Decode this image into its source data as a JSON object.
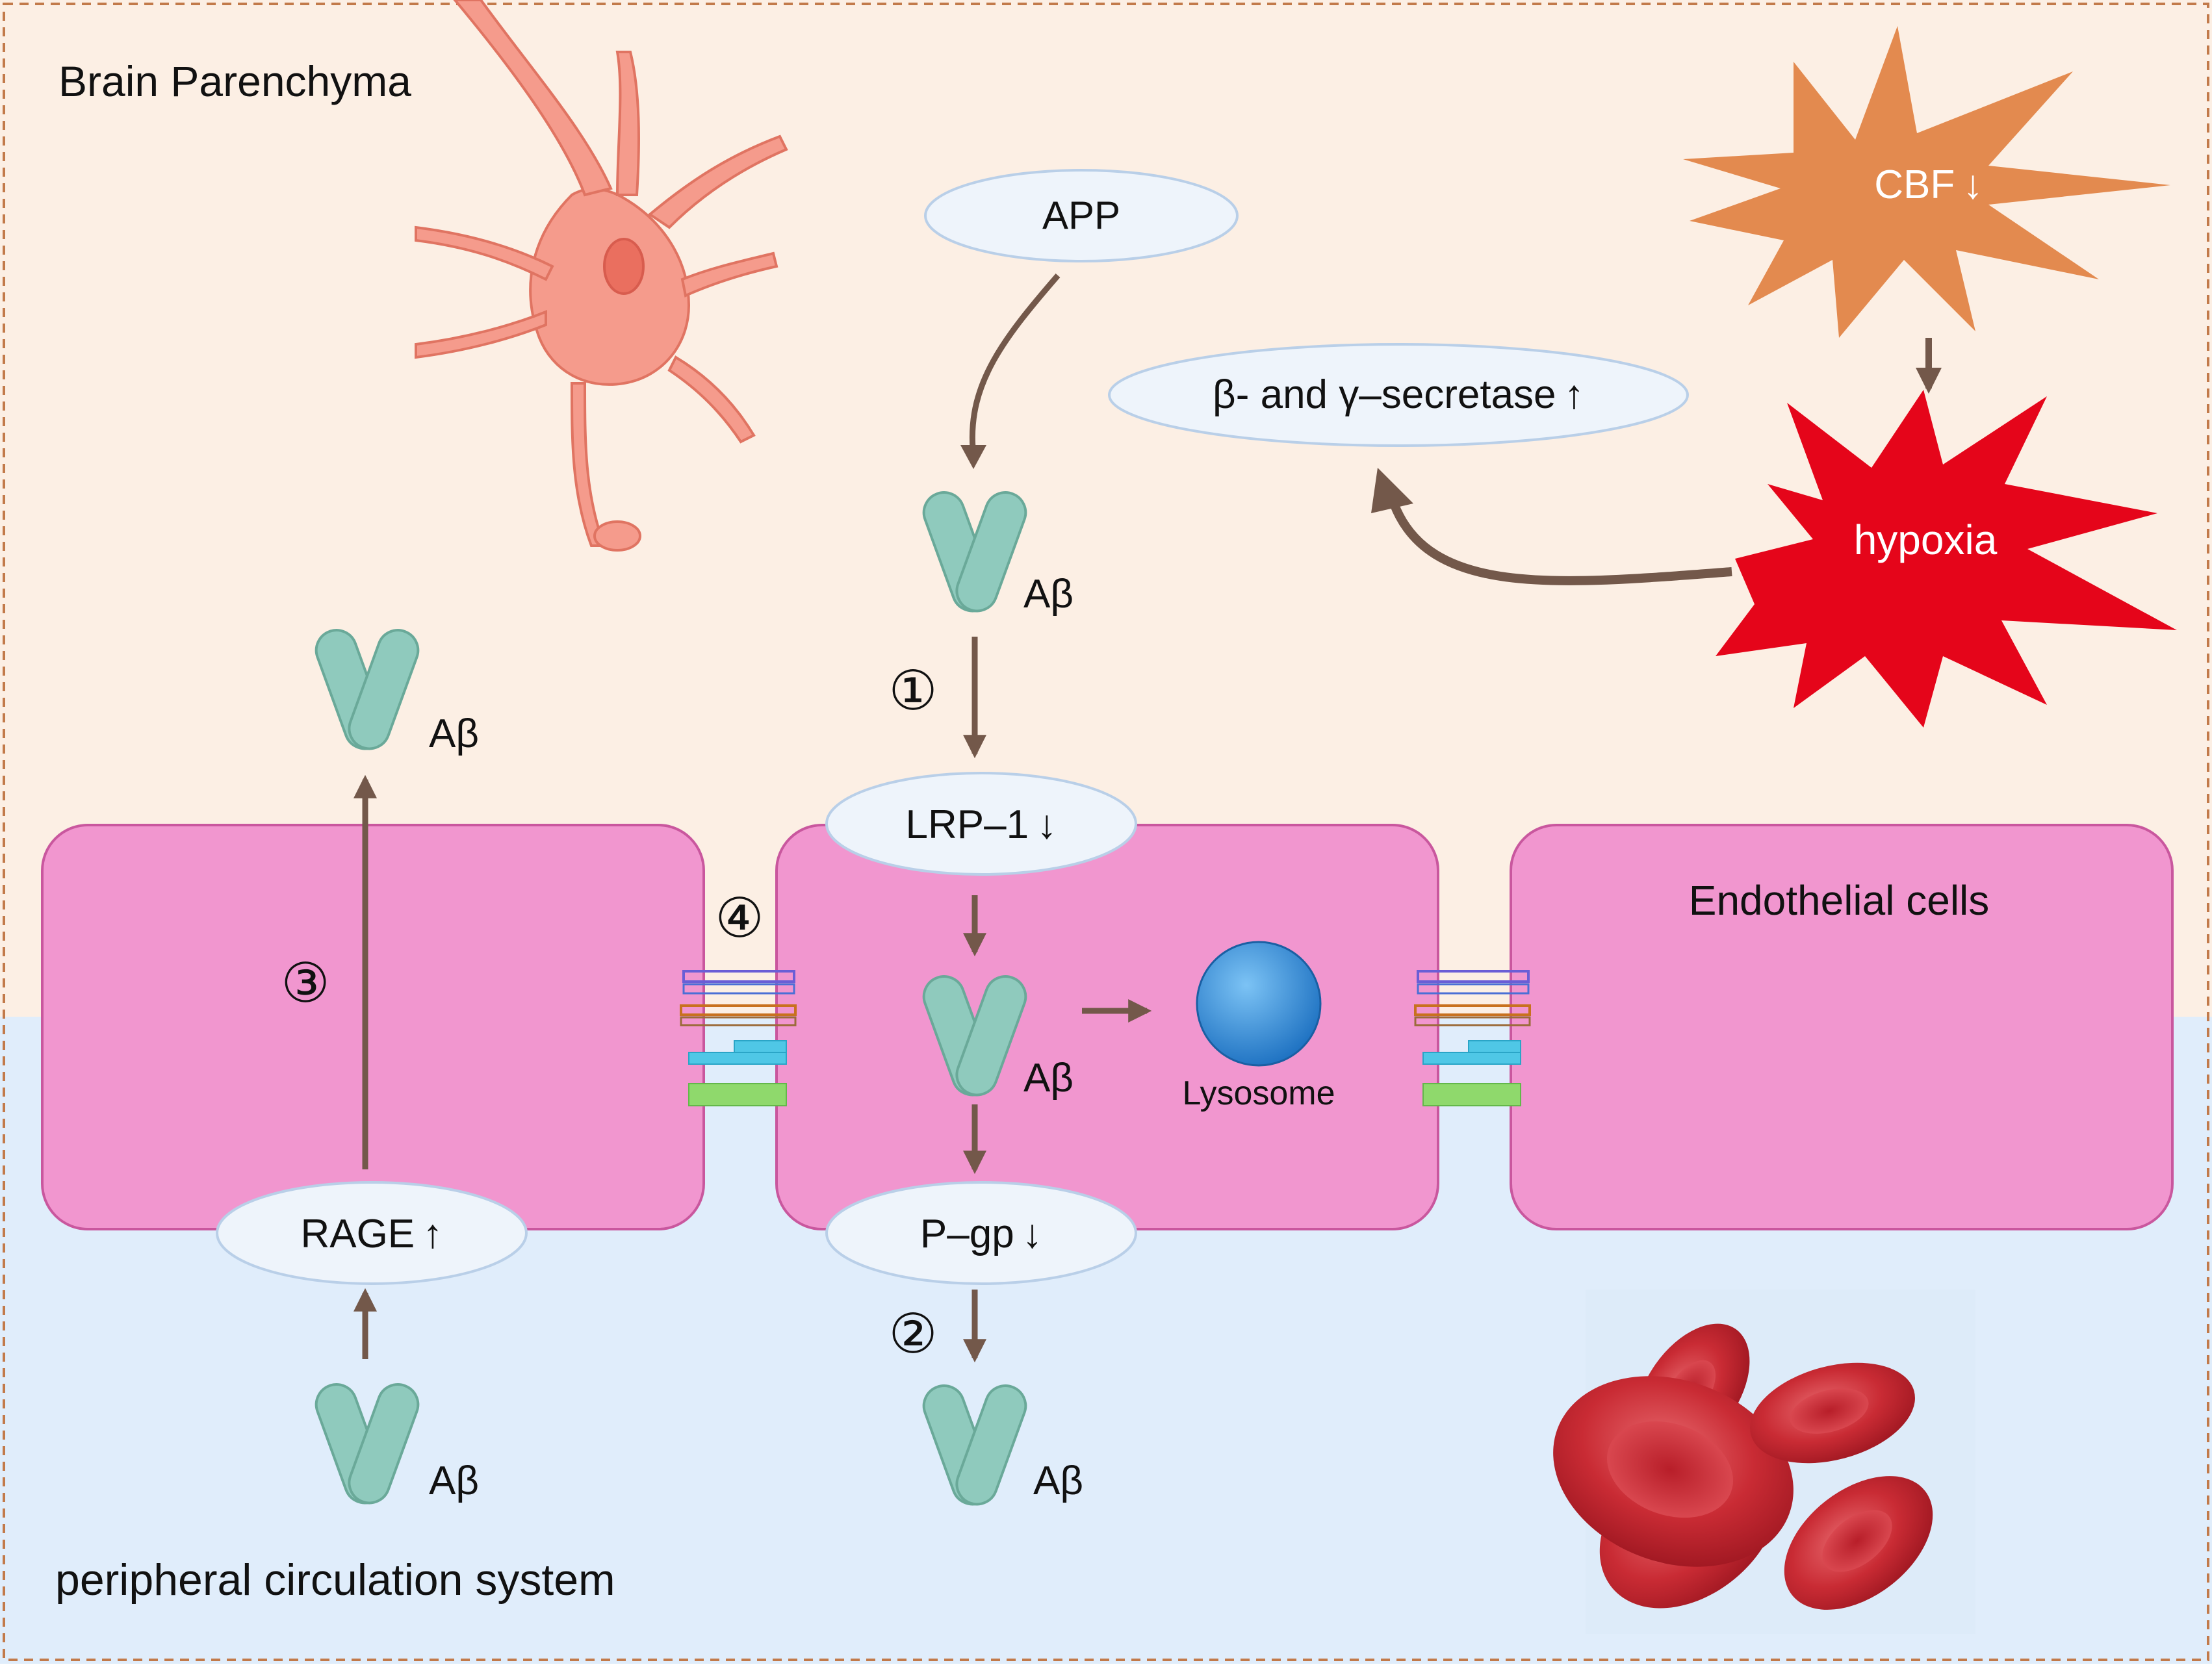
{
  "regions": {
    "brain_label": "Brain Parenchyma",
    "blood_label": "peripheral circulation system",
    "endothelial_label": "Endothelial cells"
  },
  "labels": {
    "app": "APP",
    "secretase": "β- and γ–secretase ↑",
    "cbf": "CBF ↓",
    "hypoxia": "hypoxia",
    "lrp1": "LRP–1 ↓",
    "pgp": "P–gp ↓",
    "rage": "RAGE ↑",
    "lysosome": "Lysosome",
    "abeta": "Aβ"
  },
  "steps": {
    "step1": "①",
    "step2": "②",
    "step3": "③",
    "step4": "④"
  },
  "colors": {
    "brain_bg": "#fcefe4",
    "blood_bg": "#e0edfb",
    "cell_fill": "#f196cf",
    "cell_stroke": "#c9579e",
    "ellipse_fill": "#eef4fb",
    "ellipse_stroke": "#b9cfe8",
    "abeta": "#8fcabd",
    "arrow": "#73584a",
    "neuron": "#f59b8c",
    "cbf_star": "#e38a4f",
    "hypoxia_star": "#e5051a",
    "lysosome": "#2b86d4",
    "rbc": "#d0303a"
  }
}
